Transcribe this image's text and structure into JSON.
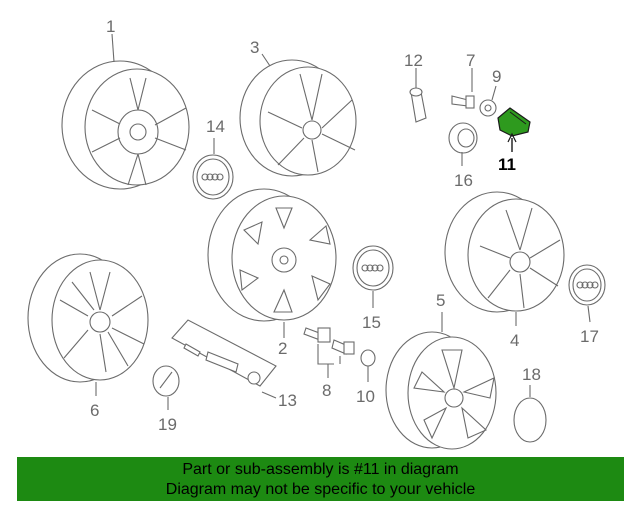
{
  "diagram": {
    "callouts": [
      {
        "id": "1",
        "label": "1"
      },
      {
        "id": "2",
        "label": "2"
      },
      {
        "id": "3",
        "label": "3"
      },
      {
        "id": "4",
        "label": "4"
      },
      {
        "id": "5",
        "label": "5"
      },
      {
        "id": "6",
        "label": "6"
      },
      {
        "id": "7",
        "label": "7"
      },
      {
        "id": "8",
        "label": "8"
      },
      {
        "id": "9",
        "label": "9"
      },
      {
        "id": "10",
        "label": "10"
      },
      {
        "id": "11",
        "label": "11"
      },
      {
        "id": "12",
        "label": "12"
      },
      {
        "id": "13",
        "label": "13"
      },
      {
        "id": "14",
        "label": "14"
      },
      {
        "id": "15",
        "label": "15"
      },
      {
        "id": "16",
        "label": "16"
      },
      {
        "id": "17",
        "label": "17"
      },
      {
        "id": "18",
        "label": "18"
      },
      {
        "id": "19",
        "label": "19"
      }
    ],
    "highlighted_part": "11",
    "highlight_color": "#2e9a1e",
    "line_color": "#6b6b6b"
  },
  "banner": {
    "line1": "Part or sub-assembly is #11 in diagram",
    "line2": "Diagram may not be specific to your vehicle",
    "background": "#1d8a12"
  }
}
